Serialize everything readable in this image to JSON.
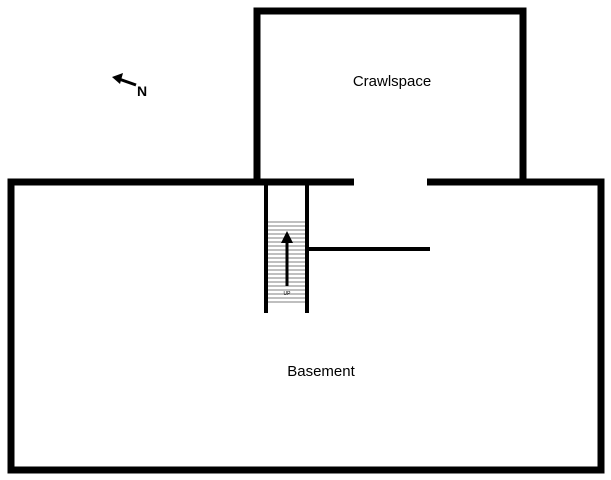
{
  "rooms": {
    "crawlspace": "Crawlspace",
    "basement": "Basement"
  },
  "compass": {
    "label": "N",
    "icon": "north-arrow-icon"
  },
  "stairs": {
    "direction_label": "UP",
    "icon": "stair-direction-arrow-icon"
  },
  "colors": {
    "wall": "#000000",
    "background": "#ffffff"
  }
}
